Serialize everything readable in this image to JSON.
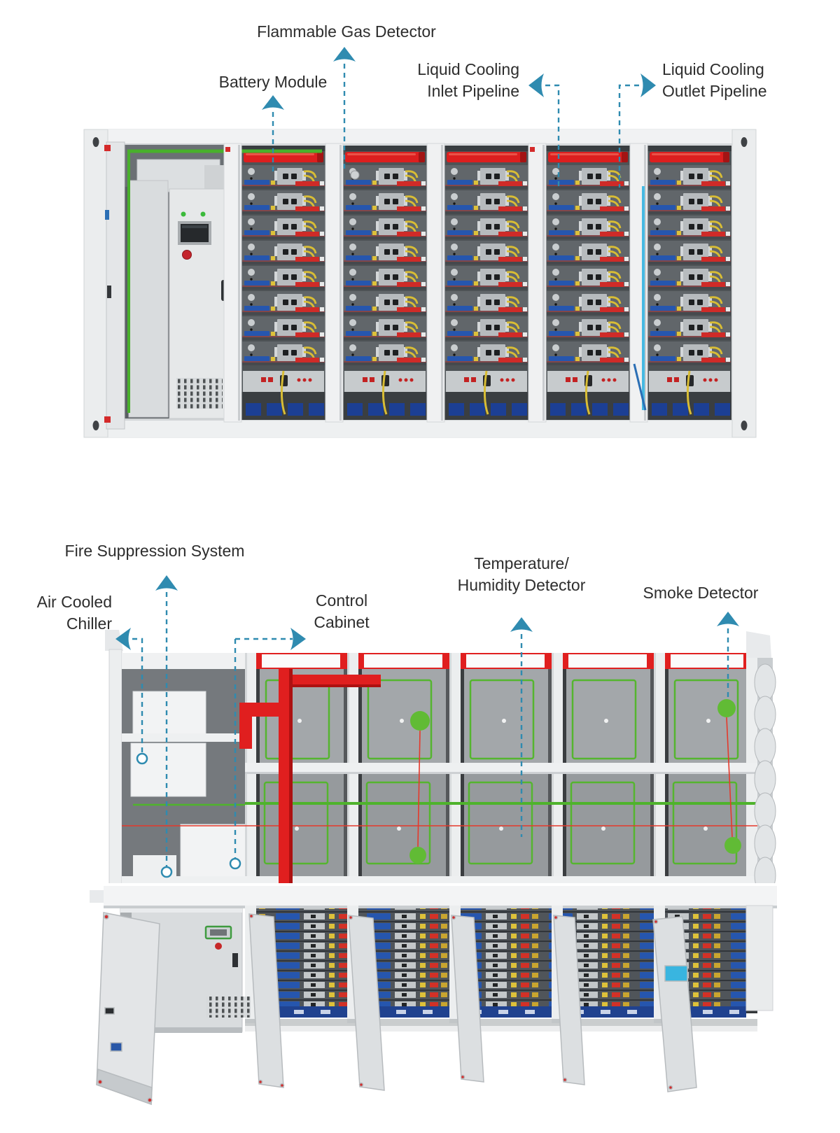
{
  "colors": {
    "accent_teal": "#2f8bb0",
    "label_text": "#2d2d2d",
    "pipe_red": "#e01f1f",
    "wire_green": "#4fb32c",
    "module_blue": "#2656ae",
    "cable_yellow": "#ddc13a",
    "detector_green": "#61bb35",
    "cooling_cyan": "#46b9e2",
    "pallet_navy": "#20428f",
    "container_white": "#f2f3f4"
  },
  "front_view": {
    "labels": {
      "flammable_gas_detector": "Flammable Gas Detector",
      "battery_module": "Battery Module",
      "liquid_cooling_inlet": {
        "line1": "Liquid Cooling",
        "line2": "Inlet Pipeline"
      },
      "liquid_cooling_outlet": {
        "line1": "Liquid Cooling",
        "line2": "Outlet Pipeline"
      }
    }
  },
  "top_view": {
    "labels": {
      "fire_suppression": "Fire Suppression System",
      "air_cooled_chiller": {
        "line1": "Air Cooled",
        "line2": "Chiller"
      },
      "control_cabinet": {
        "line1": "Control",
        "line2": "Cabinet"
      },
      "temperature_humidity": {
        "line1": "Temperature/",
        "line2": "Humidity Detector"
      },
      "smoke_detector": "Smoke Detector"
    }
  }
}
